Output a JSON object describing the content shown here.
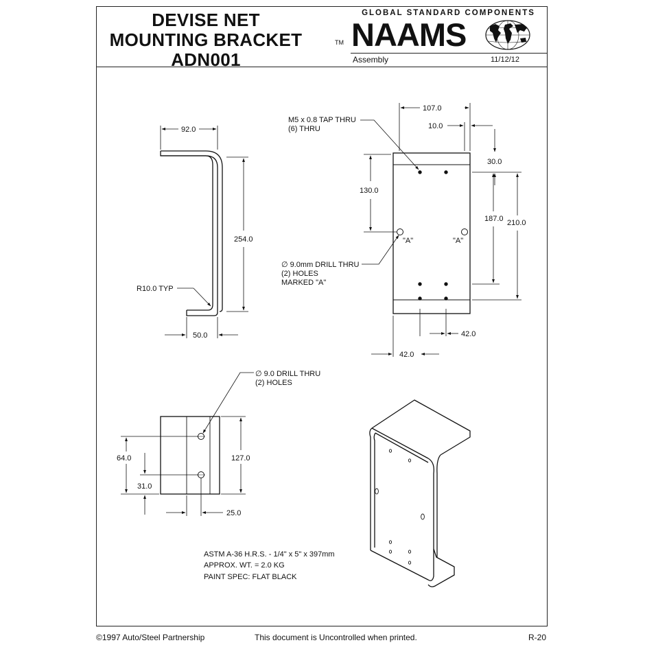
{
  "title": {
    "line1": "DEVISE NET",
    "line2": "MOUNTING BRACKET",
    "line3": "ADN001"
  },
  "brand": {
    "tagline": "GLOBAL STANDARD COMPONENTS",
    "logo": "NAAMS",
    "trademark": "TM",
    "icon": "globe-icon",
    "category": "Assembly",
    "date": "11/12/12"
  },
  "side_view": {
    "dim_top": "92.0",
    "dim_height": "254.0",
    "dim_bottom": "50.0",
    "radius_note": "R10.0 TYP"
  },
  "front_view": {
    "dim_width": "107.0",
    "dim_edge": "10.0",
    "dim_top_offset": "30.0",
    "dim_upper": "130.0",
    "dim_mid": "187.0",
    "dim_total": "210.0",
    "dim_bottom_right": "42.0",
    "dim_bottom_left": "42.0",
    "tap_note_1": "M5 x 0.8 TAP THRU",
    "tap_note_2": "(6) THRU",
    "drill_note_1": "∅ 9.0mm DRILL THRU",
    "drill_note_2": "(2) HOLES",
    "drill_note_3": "MARKED \"A\"",
    "mark_left": "\"A\"",
    "mark_right": "\"A\""
  },
  "bottom_view": {
    "drill_note_1": "∅ 9.0 DRILL THRU",
    "drill_note_2": "(2) HOLES",
    "dim_64": "64.0",
    "dim_31": "31.0",
    "dim_127": "127.0",
    "dim_25": "25.0"
  },
  "notes": {
    "material": "ASTM A-36 H.R.S. - 1/4\" x 5\" x 397mm",
    "weight": "APPROX. WT. = 2.0 KG",
    "paint": "PAINT SPEC: FLAT BLACK"
  },
  "footer": {
    "copyright": "©1997 Auto/Steel Partnership",
    "notice": "This document is Uncontrolled when printed.",
    "page": "R-20"
  }
}
